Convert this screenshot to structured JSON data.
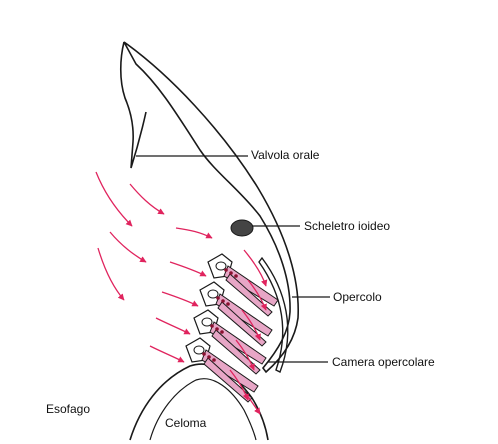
{
  "labels": {
    "valvola_orale": "Valvola orale",
    "scheletro_ioideo": "Scheletro ioideo",
    "opercolo": "Opercolo",
    "camera_opercolare": "Camera opercolare",
    "esofago": "Esofago",
    "celoma": "Celoma"
  },
  "colors": {
    "line": "#1a1a1a",
    "water_flow_arrow": "#e0245e",
    "gill_filament": "#e7a6c6",
    "gill_dot": "#8a1030",
    "hyoid_fill": "#444444"
  }
}
